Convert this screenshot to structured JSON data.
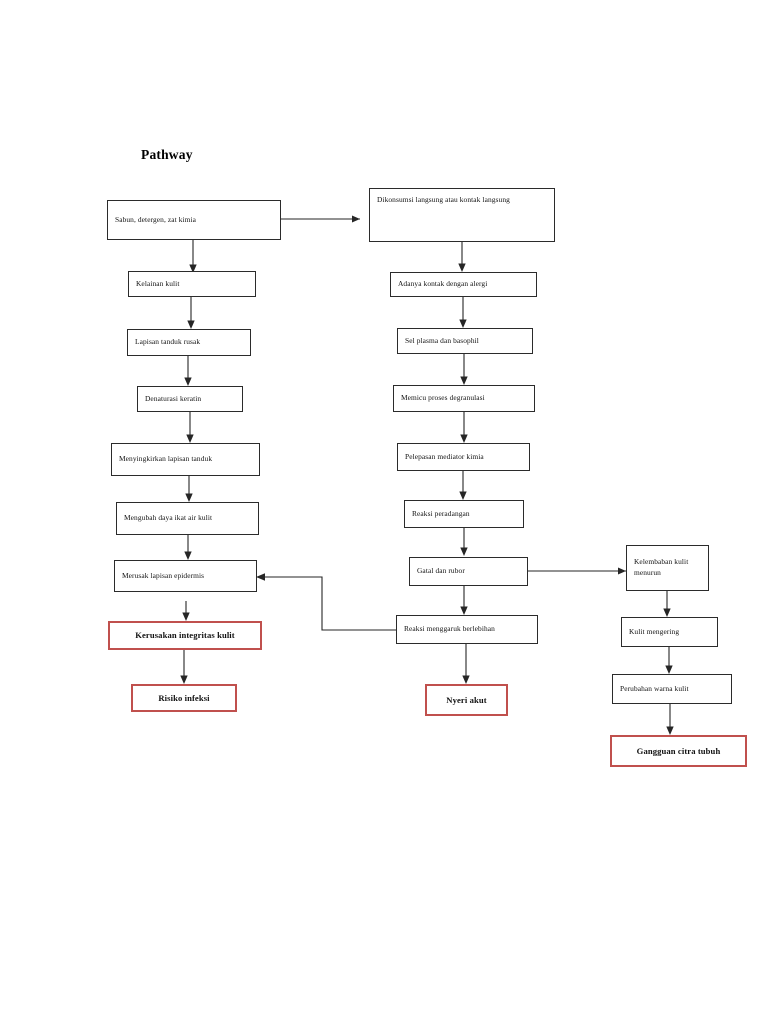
{
  "document": {
    "title": "Pathway"
  },
  "diagram": {
    "type": "flowchart",
    "orientation": "top-to-bottom",
    "columns": 3,
    "colors": {
      "node_border": "#2b2b2b",
      "danger_border": "#c0504d",
      "background": "#ffffff",
      "text": "#111111",
      "connector": "#262626"
    },
    "nodes": [
      {
        "id": "n1",
        "label": "Sabun, detergen, zat kimia",
        "column": "left",
        "style": "plain"
      },
      {
        "id": "n2",
        "label": "Dikonsumsi langsung atau kontak langsung",
        "column": "middle",
        "style": "plain"
      },
      {
        "id": "n3",
        "label": "Kelainan kulit",
        "column": "left",
        "style": "plain"
      },
      {
        "id": "n4",
        "label": "Adanya kontak dengan alergi",
        "column": "middle",
        "style": "plain"
      },
      {
        "id": "n5",
        "label": "Lapisan tanduk rusak",
        "column": "left",
        "style": "plain"
      },
      {
        "id": "n6",
        "label": "Sel plasma dan basophil",
        "column": "middle",
        "style": "plain"
      },
      {
        "id": "n7",
        "label": "Denaturasi keratin",
        "column": "left",
        "style": "plain"
      },
      {
        "id": "n8",
        "label": "Memicu proses degranulasi",
        "column": "middle",
        "style": "plain"
      },
      {
        "id": "n9",
        "label": "Menyingkirkan lapisan tanduk",
        "column": "left",
        "style": "plain"
      },
      {
        "id": "n10",
        "label": "Pelepasan mediator kimia",
        "column": "middle",
        "style": "plain"
      },
      {
        "id": "n11",
        "label": "Mengubah daya ikat air kulit",
        "column": "left",
        "style": "plain"
      },
      {
        "id": "n12",
        "label": "Reaksi peradangan",
        "column": "middle",
        "style": "plain"
      },
      {
        "id": "n13",
        "label": "Merusak lapisan epidermis",
        "column": "left",
        "style": "plain"
      },
      {
        "id": "n14",
        "label": "Gatal dan rubor",
        "column": "middle",
        "style": "plain"
      },
      {
        "id": "n15",
        "label": "Kelembaban kulit menurun",
        "column": "right",
        "style": "plain"
      },
      {
        "id": "n16",
        "label": "Kerusakan integritas kulit",
        "column": "left",
        "style": "danger"
      },
      {
        "id": "n17",
        "label": "Reaksi menggaruk berlebihan",
        "column": "middle",
        "style": "plain"
      },
      {
        "id": "n18",
        "label": "Kulit mengering",
        "column": "right",
        "style": "plain"
      },
      {
        "id": "n19",
        "label": "Risiko infeksi",
        "column": "left",
        "style": "danger"
      },
      {
        "id": "n20",
        "label": "Nyeri akut",
        "column": "middle",
        "style": "danger"
      },
      {
        "id": "n21",
        "label": "Perubahan warna kulit",
        "column": "right",
        "style": "plain"
      },
      {
        "id": "n22",
        "label": "Gangguan citra tubuh",
        "column": "right",
        "style": "danger"
      }
    ],
    "edges": [
      {
        "from": "n1",
        "to": "n2",
        "kind": "horizontal-arrow"
      },
      {
        "from": "n1",
        "to": "n3",
        "kind": "vertical-arrow"
      },
      {
        "from": "n2",
        "to": "n4",
        "kind": "vertical-arrow"
      },
      {
        "from": "n3",
        "to": "n5",
        "kind": "vertical-arrow"
      },
      {
        "from": "n4",
        "to": "n6",
        "kind": "vertical-arrow"
      },
      {
        "from": "n5",
        "to": "n7",
        "kind": "vertical-arrow"
      },
      {
        "from": "n6",
        "to": "n8",
        "kind": "vertical-arrow"
      },
      {
        "from": "n7",
        "to": "n9",
        "kind": "vertical-arrow"
      },
      {
        "from": "n8",
        "to": "n10",
        "kind": "vertical-arrow"
      },
      {
        "from": "n9",
        "to": "n11",
        "kind": "vertical-arrow"
      },
      {
        "from": "n10",
        "to": "n12",
        "kind": "vertical-arrow"
      },
      {
        "from": "n11",
        "to": "n13",
        "kind": "vertical-arrow"
      },
      {
        "from": "n12",
        "to": "n14",
        "kind": "vertical-arrow"
      },
      {
        "from": "n13",
        "to": "n16",
        "kind": "vertical-arrow"
      },
      {
        "from": "n14",
        "to": "n15",
        "kind": "horizontal-arrow"
      },
      {
        "from": "n14",
        "to": "n17",
        "kind": "vertical-arrow"
      },
      {
        "from": "n15",
        "to": "n18",
        "kind": "vertical-arrow"
      },
      {
        "from": "n16",
        "to": "n19",
        "kind": "vertical-arrow"
      },
      {
        "from": "n17",
        "to": "n13",
        "kind": "elbow-arrow"
      },
      {
        "from": "n17",
        "to": "n20",
        "kind": "vertical-arrow"
      },
      {
        "from": "n18",
        "to": "n21",
        "kind": "vertical-arrow"
      },
      {
        "from": "n21",
        "to": "n22",
        "kind": "vertical-arrow"
      }
    ]
  }
}
